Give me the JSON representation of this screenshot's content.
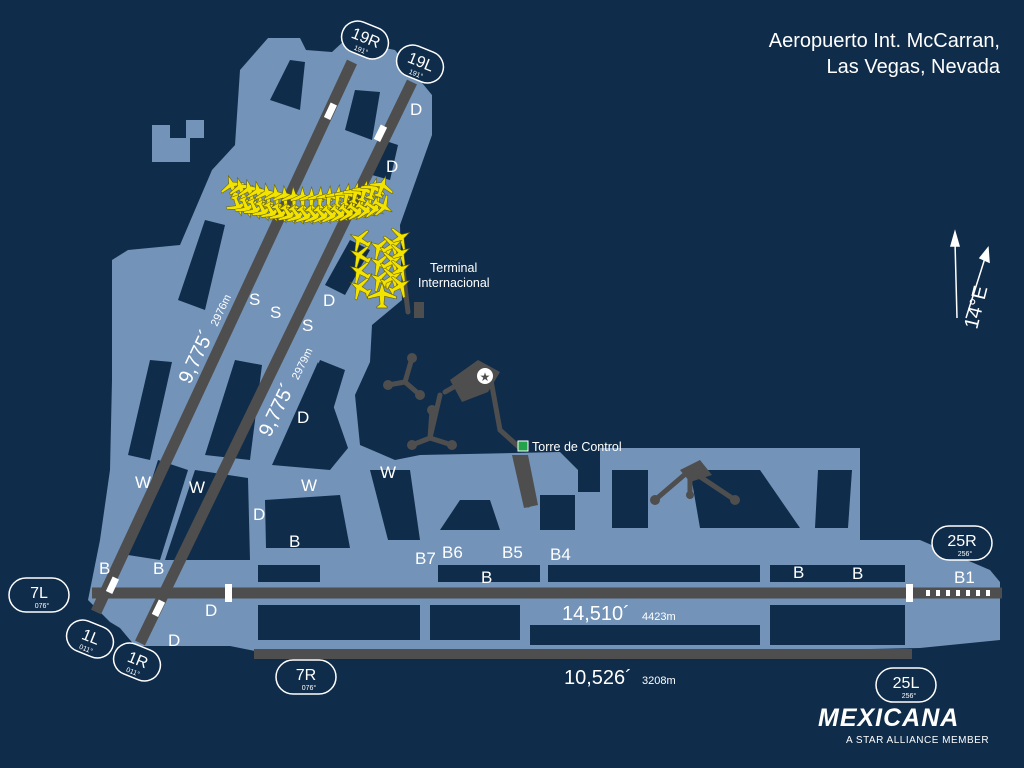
{
  "header": {
    "title_line1": "Aeropuerto Int. McCarran,",
    "title_line2": "Las Vegas, Nevada"
  },
  "runways": [
    {
      "id": "19R",
      "heading": "191°"
    },
    {
      "id": "19L",
      "heading": "191°"
    },
    {
      "id": "1L",
      "heading": "011°"
    },
    {
      "id": "1R",
      "heading": "011°"
    },
    {
      "id": "7L",
      "heading": "076°"
    },
    {
      "id": "7R",
      "heading": "076°"
    },
    {
      "id": "25R",
      "heading": "256°"
    },
    {
      "id": "25L",
      "heading": "256°"
    }
  ],
  "runway_lengths": [
    {
      "feet": "9,775´",
      "meters": "2976m"
    },
    {
      "feet": "9,775´",
      "meters": "2979m"
    },
    {
      "feet": "14,510´",
      "meters": "4423m"
    },
    {
      "feet": "10,526´",
      "meters": "3208m"
    }
  ],
  "buildings": {
    "terminal_line1": "Terminal",
    "terminal_line2": "Internacional",
    "tower": "Torre de Control"
  },
  "taxiways": [
    "D",
    "D",
    "D",
    "S",
    "S",
    "S",
    "D",
    "W",
    "W",
    "W",
    "W",
    "D",
    "B",
    "B",
    "B",
    "D",
    "D",
    "B7",
    "B6",
    "B5",
    "B4",
    "B",
    "B",
    "B",
    "B1"
  ],
  "compass": {
    "label": "14°E"
  },
  "brand": {
    "name": "MEXICANA",
    "tagline": "A STAR ALLIANCE MEMBER"
  },
  "colors": {
    "background": "#0f2c4a",
    "airfield": "#7393b8",
    "runway": "#4e4e4e",
    "aircraft": "#f2e400",
    "tower": "#22a34a"
  }
}
